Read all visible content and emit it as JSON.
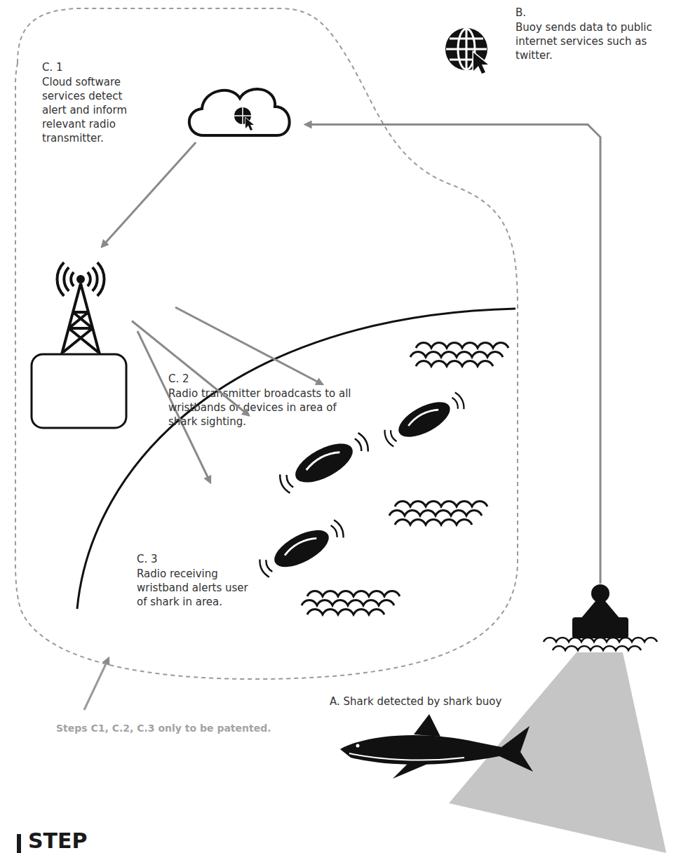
{
  "diagram": {
    "nodes": [
      {
        "text": [
          "Steps C1, C.2, C.3 only to be patented."
        ]
      },
      {
        "text": [
          "C. 1",
          "Cloud software services detect alert and inform relevant radio transmitter."
        ],
        "in": 0
      },
      {
        "text": [
          "B.",
          "Buoy sends data to public internet services such as twitter."
        ]
      },
      {
        "text": [
          "C. 2",
          "Radio transmitter broadcasts to all wristbands or devices in area of shark sighting."
        ],
        "in": 0
      },
      {
        "text": [
          "C. 3",
          "Radio receiving wristband alerts user of shark in area."
        ],
        "in": 0
      },
      {
        "text": [
          "A. Shark detected by shark buoy"
        ]
      }
    ],
    "edges": [
      {
        "from": 5,
        "to": 1,
        "arrow": "to"
      },
      {
        "from": 1,
        "to": 3,
        "arrow": "to"
      },
      {
        "from": 3,
        "to": 4,
        "arrow": "to"
      }
    ],
    "labels": [
      "STEP"
    ]
  }
}
